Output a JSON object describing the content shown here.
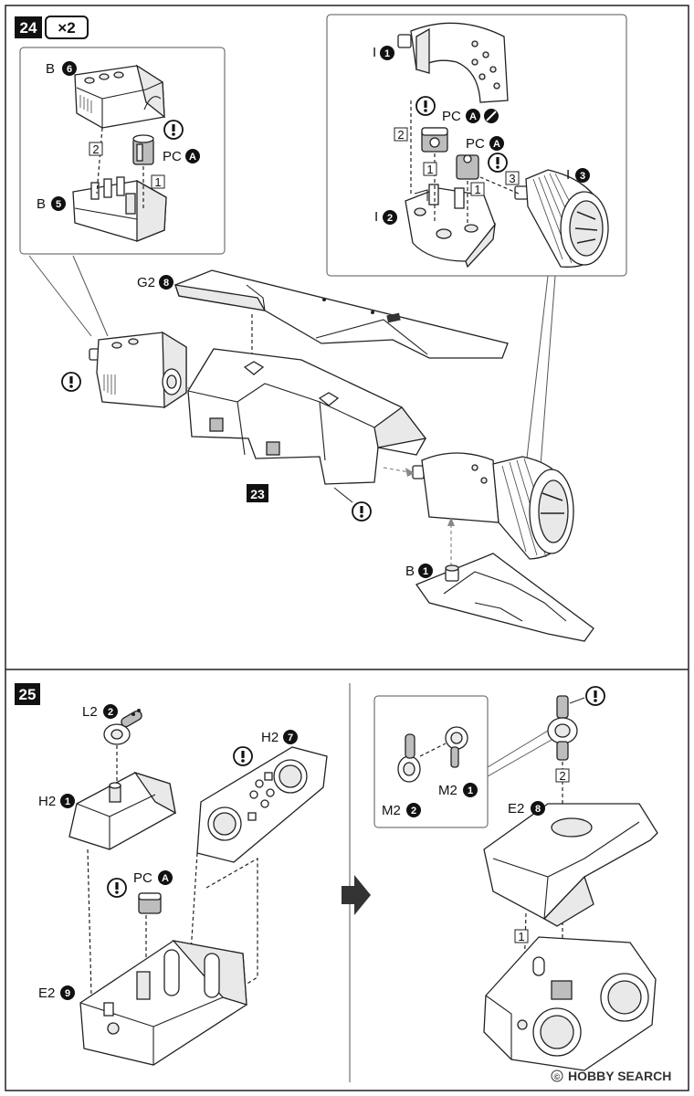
{
  "step24": {
    "number": "24",
    "multiplier": "×2",
    "parts": {
      "b6": {
        "letter": "B",
        "num": "6"
      },
      "b5": {
        "letter": "B",
        "num": "5"
      },
      "pc_a_left": {
        "letter": "PC",
        "num": "A"
      },
      "i1": {
        "letter": "I",
        "num": "1"
      },
      "i2": {
        "letter": "I",
        "num": "2"
      },
      "i3": {
        "letter": "I",
        "num": "3"
      },
      "pc_a_cut": {
        "letter": "PC",
        "num": "A"
      },
      "pc_a_right": {
        "letter": "PC",
        "num": "A"
      },
      "g28": {
        "letter": "G2",
        "num": "8"
      },
      "b1": {
        "letter": "B",
        "num": "1"
      }
    },
    "subassembly_ref": "23",
    "order": {
      "left_1": "1",
      "left_2": "2",
      "right_1a": "1",
      "right_1b": "1",
      "right_2": "2",
      "right_3": "3"
    }
  },
  "step25": {
    "number": "25",
    "parts": {
      "l22": {
        "letter": "L2",
        "num": "2"
      },
      "h21": {
        "letter": "H2",
        "num": "1"
      },
      "h27": {
        "letter": "H2",
        "num": "7"
      },
      "pc_a": {
        "letter": "PC",
        "num": "A"
      },
      "e29": {
        "letter": "E2",
        "num": "9"
      },
      "m22": {
        "letter": "M2",
        "num": "2"
      },
      "m21": {
        "letter": "M2",
        "num": "1"
      },
      "e28": {
        "letter": "E2",
        "num": "8"
      }
    },
    "order": {
      "o1": "1",
      "o2": "2"
    }
  },
  "caution_symbol": "!",
  "watermark": "HOBBY SEARCH",
  "watermark_mark": "©"
}
